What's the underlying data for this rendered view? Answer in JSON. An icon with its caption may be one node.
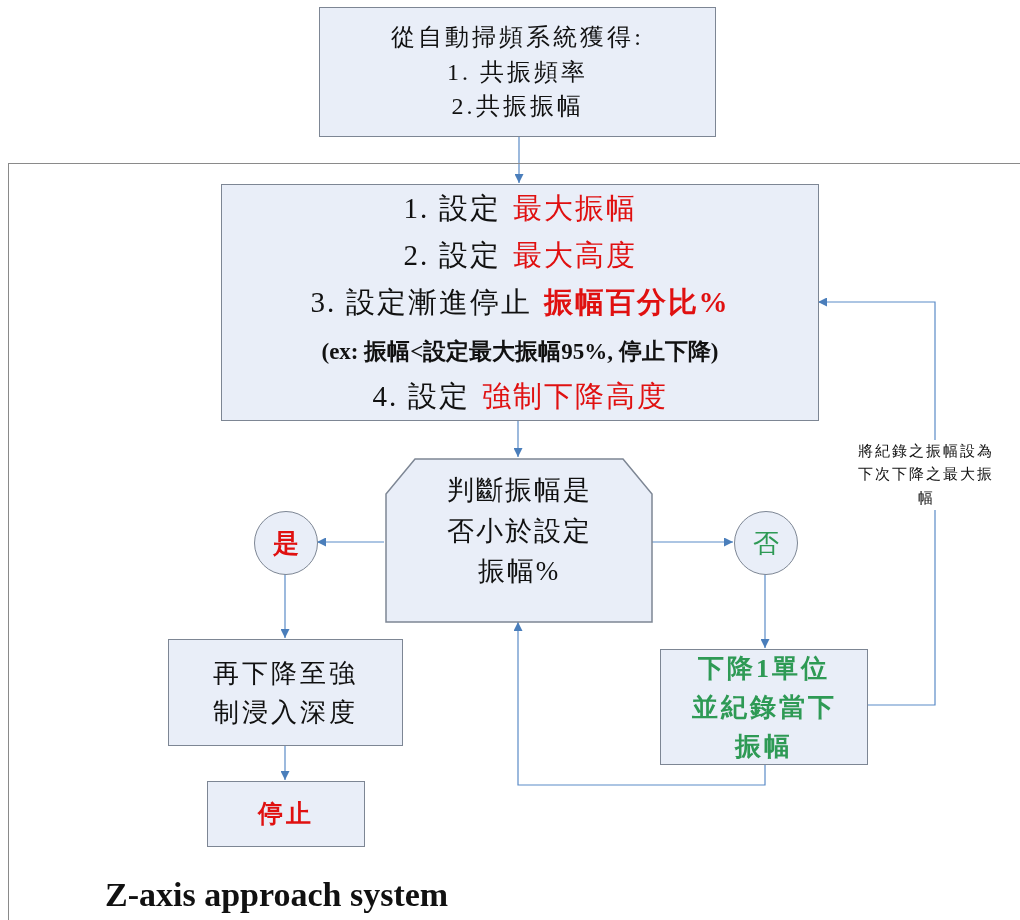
{
  "diagram": {
    "nodes": [
      {
        "text": [
          "從自動掃頻系統獲得:",
          "1. 共振頻率",
          "2.共振振幅"
        ]
      },
      {
        "text": [
          "Z-axis approach system"
        ]
      },
      {
        "text": [
          "1. 設定",
          "最大振幅",
          "2. 設定",
          "最大高度",
          "3. 設定漸進停止",
          "振幅百分比%",
          "(ex: 振幅<設定最大振幅95%, 停止下降)",
          "4. 設定",
          "強制下降高度"
        ],
        "in": 1
      },
      {
        "text": [
          "判斷振幅是否小於設定振幅%"
        ],
        "in": 1
      },
      {
        "text": [
          "是"
        ],
        "in": 1
      },
      {
        "text": [
          "否"
        ],
        "in": 1
      },
      {
        "text": [
          "再下降至強制浸入深度"
        ],
        "in": 1
      },
      {
        "text": [
          "下降1單位並紀錄當下振幅"
        ],
        "in": 1
      },
      {
        "text": [
          "停止"
        ],
        "in": 1
      }
    ],
    "edges": [
      {
        "from": 0,
        "to": 2,
        "arrow": "to"
      },
      {
        "from": 2,
        "to": 3,
        "arrow": "to"
      },
      {
        "from": 3,
        "to": 4,
        "arrow": "to"
      },
      {
        "from": 3,
        "to": 5,
        "arrow": "to"
      },
      {
        "from": 4,
        "to": 6,
        "arrow": "to"
      },
      {
        "from": 6,
        "to": 8,
        "arrow": "to"
      },
      {
        "from": 5,
        "to": 7,
        "arrow": "to"
      },
      {
        "from": 7,
        "to": 3,
        "arrow": "to"
      },
      {
        "from": 7,
        "to": 2,
        "arrow": "to",
        "label": "將紀錄之振幅設為下次下降之最大振幅"
      }
    ]
  }
}
